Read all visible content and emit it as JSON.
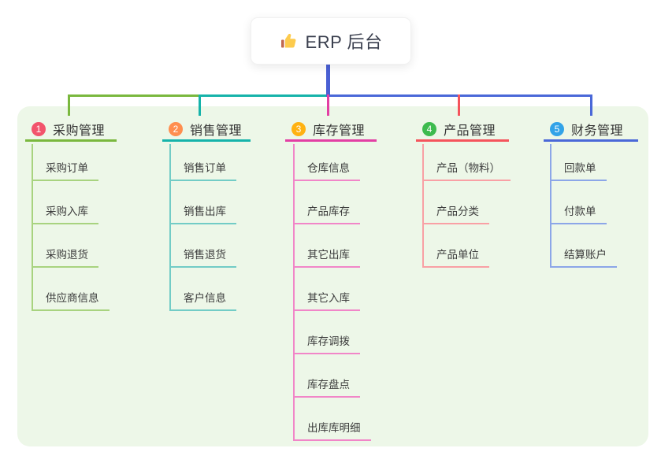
{
  "root": {
    "title": "ERP 后台",
    "icon": "thumbs-up"
  },
  "colors": {
    "panel_background": "#edf7e8",
    "root_stem": "#4a60d4",
    "branch_1": "#7ab83e",
    "branch_2": "#16b3aa",
    "branch_3": "#e33fa4",
    "branch_4": "#f5545c",
    "branch_5": "#4a68d8",
    "badge_1": "#f2546c",
    "badge_2": "#ff8e4f",
    "badge_3": "#ffb212",
    "badge_4": "#3dbb4e",
    "badge_5": "#32a3e8"
  },
  "branches": [
    {
      "num": "1",
      "title": "采购管理",
      "color": "#7ab83e",
      "items": [
        "采购订单",
        "采购入库",
        "采购退货",
        "供应商信息"
      ]
    },
    {
      "num": "2",
      "title": "销售管理",
      "color": "#16b3aa",
      "items": [
        "销售订单",
        "销售出库",
        "销售退货",
        "客户信息"
      ]
    },
    {
      "num": "3",
      "title": "库存管理",
      "color": "#e33fa4",
      "items": [
        "仓库信息",
        "产品库存",
        "其它出库",
        "其它入库",
        "库存调拨",
        "库存盘点",
        "出库库明细"
      ]
    },
    {
      "num": "4",
      "title": "产品管理",
      "color": "#f5545c",
      "items": [
        "产品（物料）",
        "产品分类",
        "产品单位"
      ]
    },
    {
      "num": "5",
      "title": "财务管理",
      "color": "#4a68d8",
      "items": [
        "回款单",
        "付款单",
        "结算账户"
      ]
    }
  ]
}
